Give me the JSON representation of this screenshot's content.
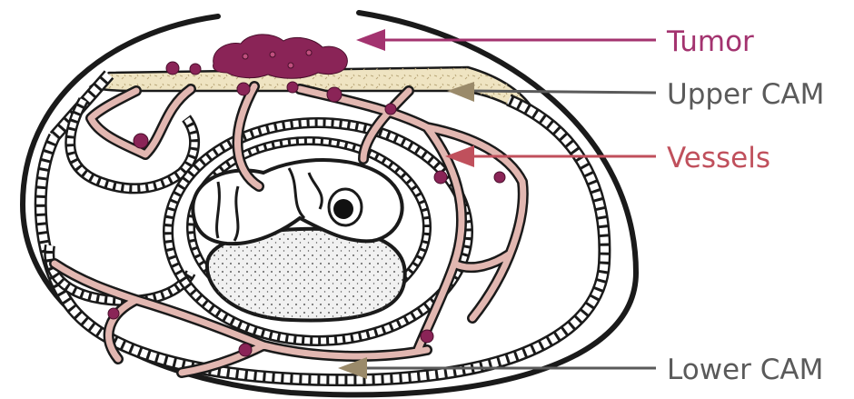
{
  "labels": {
    "tumor": "Tumor",
    "upper_cam": "Upper CAM",
    "vessels": "Vessels",
    "lower_cam": "Lower CAM"
  },
  "colors": {
    "tumor_text": "#a3336f",
    "tumor_fill": "#8a2457",
    "vessel_fill": "#e2b7b1",
    "vessel_text": "#c0505c",
    "cam_label_text": "#5a5a5a",
    "upper_cam_fill": "#efe4c2",
    "yolk_fill": "#f1f1f1",
    "outline": "#1a1a1a"
  }
}
